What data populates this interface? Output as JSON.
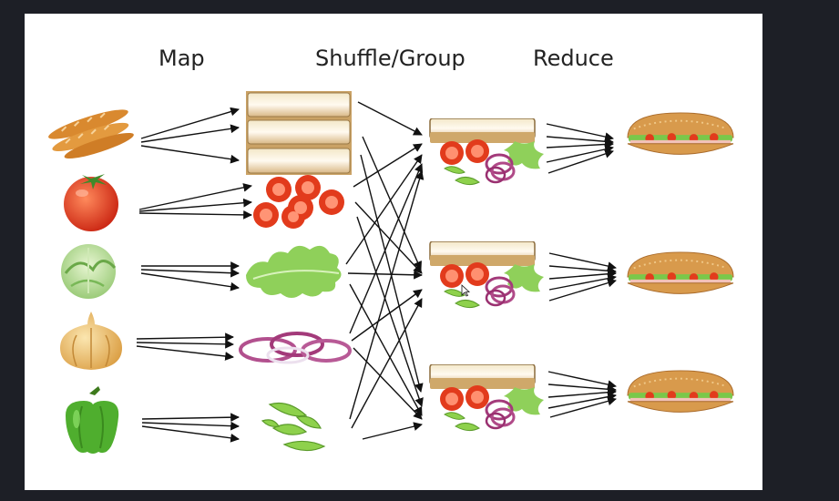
{
  "headers": {
    "map": "Map",
    "shuffle": "Shuffle/Group",
    "reduce": "Reduce"
  },
  "stages": {
    "ingredients": [
      "baguette-icon",
      "tomato-icon",
      "lettuce-icon",
      "onion-icon",
      "green-pepper-icon"
    ],
    "mapped": [
      "sliced-bread-icon",
      "tomato-slices-icon",
      "lettuce-leaves-icon",
      "onion-rings-icon",
      "pepper-strips-icon"
    ],
    "grouped": [
      "ingredient-group-icon",
      "ingredient-group-icon",
      "ingredient-group-icon"
    ],
    "reduced": [
      "sandwich-icon",
      "sandwich-icon",
      "sandwich-icon"
    ]
  },
  "colors": {
    "bread": "#e0a55a",
    "tomato": "#e23b1c",
    "lettuce": "#8fd05a",
    "onion": "#c8a0c8",
    "pepper": "#56b83a",
    "arrow": "#111111"
  }
}
